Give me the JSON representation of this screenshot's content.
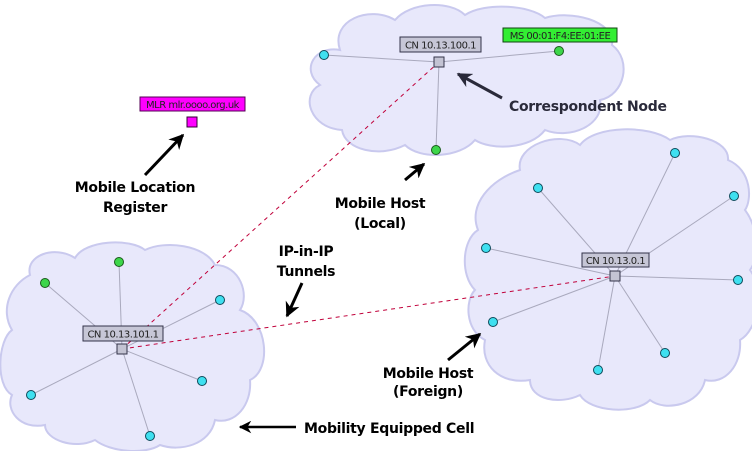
{
  "diagram": {
    "title": "Mobile IP network topology",
    "colors": {
      "cloud_fill": "#e8e8fb",
      "cloud_stroke": "#c9c9ee",
      "link": "#a9a9bd",
      "tunnel": "#c0003a",
      "cn_fill": "#c3c3d3",
      "cn_stroke": "#33334a",
      "mh_cyan": "#3fe0f0",
      "mh_green": "#3dd64a",
      "mlr": "#ff00ff",
      "ms_label_bg": "#33ee33",
      "cn_label_bg": "#c6c6d6"
    },
    "cells": [
      {
        "id": "cell-top",
        "router_label": "CN 10.13.100.1",
        "hosts": [
          {
            "type": "cyan"
          },
          {
            "type": "green",
            "label": "MS 00:01:F4:EE:01:EE"
          },
          {
            "type": "green"
          }
        ]
      },
      {
        "id": "cell-left",
        "router_label": "CN 10.13.101.1",
        "hosts": [
          {
            "type": "green"
          },
          {
            "type": "green"
          },
          {
            "type": "cyan"
          },
          {
            "type": "cyan"
          },
          {
            "type": "cyan"
          },
          {
            "type": "cyan"
          }
        ]
      },
      {
        "id": "cell-right",
        "router_label": "CN 10.13.0.1",
        "hosts": [
          {
            "type": "cyan"
          },
          {
            "type": "cyan"
          },
          {
            "type": "cyan"
          },
          {
            "type": "cyan"
          },
          {
            "type": "cyan"
          },
          {
            "type": "cyan"
          },
          {
            "type": "cyan"
          },
          {
            "type": "cyan"
          }
        ]
      }
    ],
    "mlr": {
      "label": "MLR mlr.oooo.org.uk"
    },
    "tunnels": [
      {
        "from": "CN 10.13.101.1",
        "to": "CN 10.13.100.1"
      },
      {
        "from": "CN 10.13.101.1",
        "to": "CN 10.13.0.1"
      }
    ],
    "annotations": {
      "mlr_line1": "Mobile Location",
      "mlr_line2": "Register",
      "correspondent": "Correspondent Node",
      "mh_local_line1": "Mobile Host",
      "mh_local_line2": "(Local)",
      "tunnels_line1": "IP-in-IP",
      "tunnels_line2": "Tunnels",
      "mh_foreign_line1": "Mobile Host",
      "mh_foreign_line2": "(Foreign)",
      "cell": "Mobility Equipped Cell"
    }
  }
}
